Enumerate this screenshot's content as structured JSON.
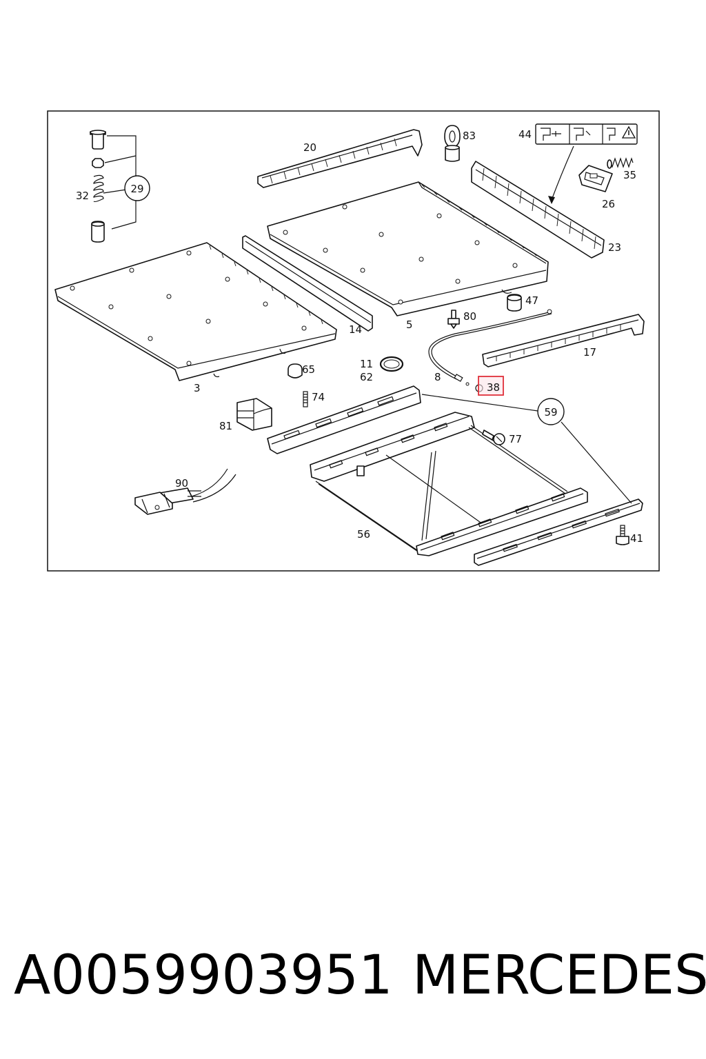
{
  "labels": {
    "p3": "3",
    "p5": "5",
    "p8": "8",
    "p11": "11",
    "p14": "14",
    "p17": "17",
    "p20": "20",
    "p23": "23",
    "p26": "26",
    "p29": "29",
    "p32": "32",
    "p35": "35",
    "p38": "38",
    "p41": "41",
    "p44": "44",
    "p47": "47",
    "p56": "56",
    "p59": "59",
    "p62": "62",
    "p65": "65",
    "p74": "74",
    "p77": "77",
    "p80": "80",
    "p81": "81",
    "p83": "83",
    "p90": "90"
  },
  "highlighted_part": "38",
  "colors": {
    "highlight": "#e0303a",
    "highlight_fill": "#fbe4ea",
    "ink": "#111111"
  },
  "footer": {
    "part_number": "A0059903951",
    "brand": "MERCEDES"
  }
}
